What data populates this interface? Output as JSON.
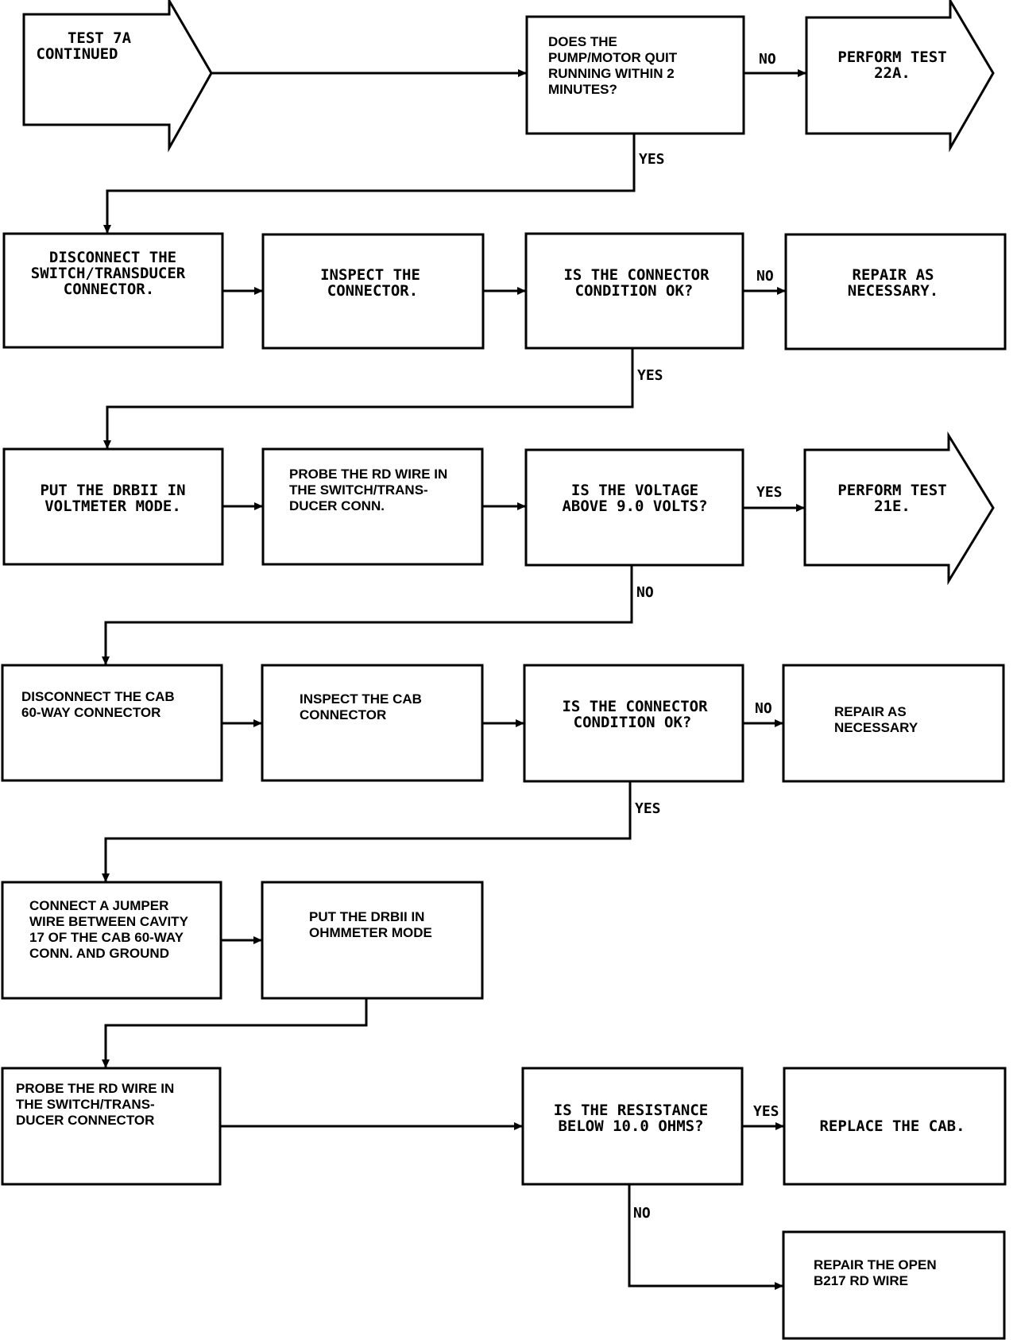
{
  "diagram": {
    "start": {
      "lines": [
        "TEST 7A",
        "CONTINUED"
      ]
    },
    "q_pump": {
      "lines": [
        "DOES THE",
        "PUMP/MOTOR QUIT",
        "RUNNING WITHIN 2",
        "MINUTES?"
      ]
    },
    "perform_22a": {
      "lines": [
        "PERFORM TEST",
        "22A."
      ]
    },
    "disconnect_switch": {
      "lines": [
        "DISCONNECT THE",
        "SWITCH/TRANSDUCER",
        "CONNECTOR."
      ]
    },
    "inspect_connector": {
      "lines": [
        "INSPECT THE",
        "CONNECTOR."
      ]
    },
    "q_connector_ok_1": {
      "lines": [
        "IS THE CONNECTOR",
        "CONDITION OK?"
      ]
    },
    "repair_1": {
      "lines": [
        "REPAIR AS",
        "NECESSARY."
      ]
    },
    "put_drbii_volt": {
      "lines": [
        "PUT THE DRBII IN",
        "VOLTMETER MODE."
      ]
    },
    "probe_rd_1": {
      "lines": [
        "PROBE THE RD WIRE IN",
        "THE SWITCH/TRANS-",
        "DUCER CONN."
      ]
    },
    "q_voltage": {
      "lines": [
        "IS THE VOLTAGE",
        "ABOVE 9.0 VOLTS?"
      ]
    },
    "perform_21e": {
      "lines": [
        "PERFORM TEST",
        "21E."
      ]
    },
    "disconnect_cab": {
      "lines": [
        "DISCONNECT THE CAB",
        "60-WAY CONNECTOR"
      ]
    },
    "inspect_cab": {
      "lines": [
        "INSPECT THE CAB",
        "CONNECTOR"
      ]
    },
    "q_connector_ok_2": {
      "lines": [
        "IS THE CONNECTOR",
        "CONDITION OK?"
      ]
    },
    "repair_2": {
      "lines": [
        "REPAIR AS",
        "NECESSARY"
      ]
    },
    "connect_jumper": {
      "lines": [
        "CONNECT A JUMPER",
        "WIRE BETWEEN CAVITY",
        "17 OF THE CAB 60-WAY",
        "CONN. AND GROUND"
      ]
    },
    "put_drbii_ohm": {
      "lines": [
        "PUT THE DRBII IN",
        "OHMMETER MODE"
      ]
    },
    "probe_rd_2": {
      "lines": [
        "PROBE THE RD WIRE IN",
        "THE SWITCH/TRANS-",
        "DUCER CONNECTOR"
      ]
    },
    "q_resistance": {
      "lines": [
        "IS THE RESISTANCE",
        "BELOW 10.0 OHMS?"
      ]
    },
    "replace_cab": {
      "lines": [
        "REPLACE THE CAB."
      ]
    },
    "repair_open": {
      "lines": [
        "REPAIR THE OPEN",
        "B217 RD WIRE"
      ]
    },
    "labels": {
      "yes": "YES",
      "no": "NO"
    }
  }
}
